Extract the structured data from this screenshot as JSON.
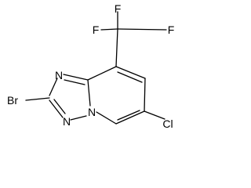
{
  "structure": {
    "atoms": {
      "br": "Br",
      "cl": "Cl",
      "n1": "N",
      "n2": "N",
      "n3": "N",
      "f1": "F",
      "f2": "F",
      "f3": "F"
    }
  },
  "colors": {
    "ink": "#000000",
    "background": "#ffffff"
  }
}
